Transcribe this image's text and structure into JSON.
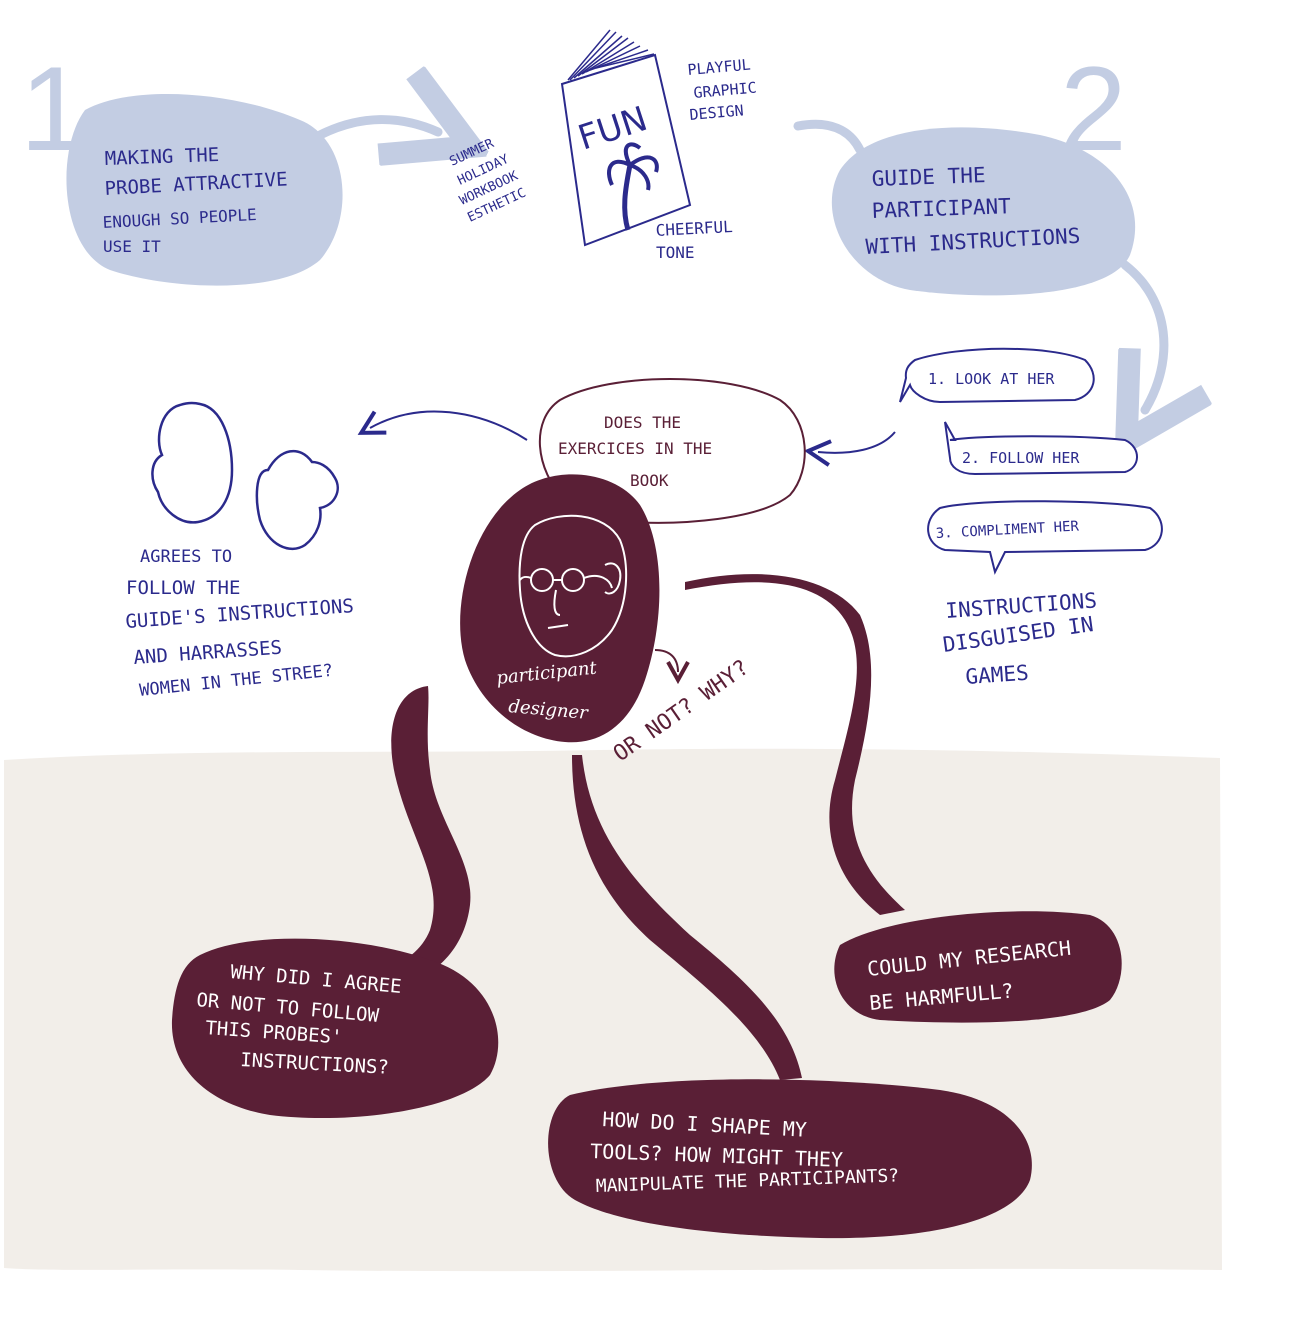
{
  "colors": {
    "blob_blue": "#c3cde3",
    "arrow_blue": "#c3cde3",
    "navy_ink": "#2b2a8c",
    "plum": "#5a1f36",
    "beige": "#f2eee9",
    "white": "#ffffff"
  },
  "step1": {
    "number": "1",
    "lines": [
      "MAKING THE",
      "PROBE ATTRACTIVE",
      "ENOUGH SO PEOPLE",
      "USE IT"
    ]
  },
  "step2": {
    "number": "2",
    "lines": [
      "GUIDE THE",
      "PARTICIPANT",
      "WITH INSTRUCTIONS"
    ]
  },
  "book": {
    "cover_text": "FUN",
    "left_note": [
      "SUMMER",
      "HOLIDAY",
      "WORKBOOK",
      "ESTHETIC"
    ],
    "right_top_note": [
      "PLAYFUL",
      "GRAPHIC",
      "DESIGN"
    ],
    "right_bottom_note": [
      "CHEERFUL",
      "TONE"
    ]
  },
  "instructions": {
    "items": [
      "1. LOOK AT HER",
      "2. FOLLOW HER",
      "3. COMPLIMENT HER"
    ],
    "caption": [
      "INSTRUCTIONS",
      "DISGUISED IN",
      "GAMES"
    ]
  },
  "center_bubble": [
    "DOES THE",
    "EXERCICES IN THE",
    "BOOK"
  ],
  "agrees_text": [
    "AGREES TO",
    "FOLLOW THE",
    "GUIDE'S INSTRUCTIONS",
    "AND HARRASSES",
    "WOMEN IN THE STREE?"
  ],
  "figure_label": [
    "participant",
    "designer"
  ],
  "or_not_text": "OR NOT? WHY?",
  "questions": {
    "q1": [
      "WHY DID I AGREE",
      "OR NOT TO FOLLOW",
      "THIS PROBES'",
      "INSTRUCTIONS?"
    ],
    "q2": [
      "HOW DO I SHAPE MY",
      "TOOLS? HOW MIGHT THEY",
      "MANIPULATE THE PARTICIPANTS?"
    ],
    "q3": [
      "COULD MY RESEARCH",
      "BE HARMFULL?"
    ]
  }
}
